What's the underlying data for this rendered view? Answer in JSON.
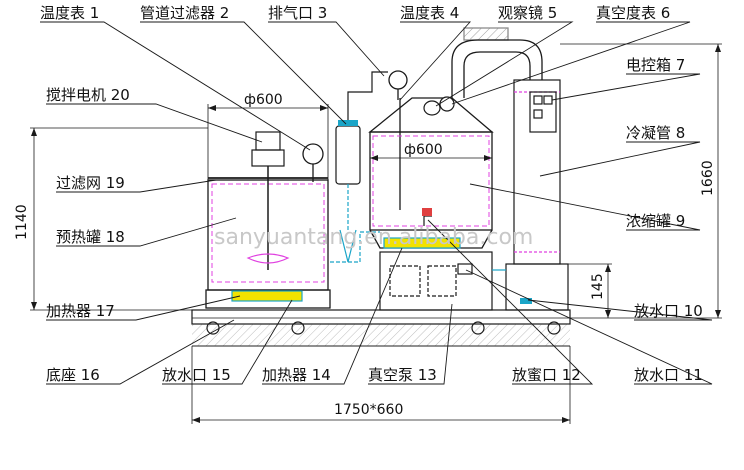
{
  "labels": {
    "l1": "温度表 1",
    "l2": "管道过滤器 2",
    "l3": "排气口 3",
    "l4": "温度表 4",
    "l5": "观察镜 5",
    "l6": "真空度表  6",
    "l7": "电控箱 7",
    "l8": "冷凝管 8",
    "l9": "浓缩罐 9",
    "l10": "放水口 10",
    "l11": "放水口 11",
    "l12": "放蜜口 12",
    "l13": "真空泵 13",
    "l14": "加热器 14",
    "l15": "放水口 15",
    "l16": "底座 16",
    "l17": "加热器 17",
    "l18": "预热罐 18",
    "l19": "过滤网 19",
    "l20": "搅拌电机 20"
  },
  "dimensions": {
    "d_left_tank": "ф600",
    "d_right_tank": "ф600",
    "h_left": "1140",
    "h_right": "1660",
    "h_small": "145",
    "base": "1750*660"
  },
  "watermark": "sanyuantang.en.alibaba.com",
  "colors": {
    "line": "#1a1a1a",
    "accent_pink": "#e040e0",
    "accent_cyan": "#1aa5c8",
    "accent_yellow": "#f2e200",
    "hatch": "#333333"
  }
}
